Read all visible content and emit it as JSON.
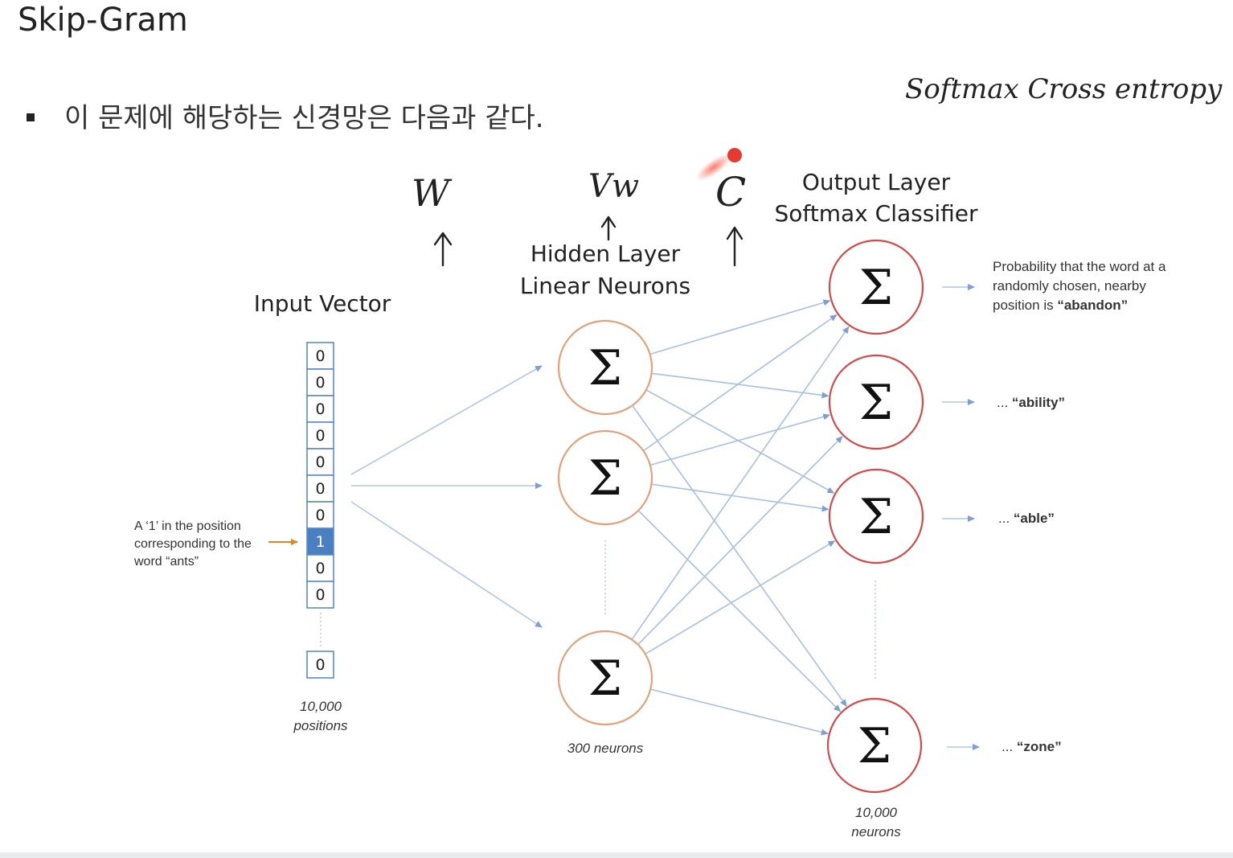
{
  "slide": {
    "title": "Skip-Gram",
    "bullet": "이 문제에 해당하는 신경망은 다음과 같다."
  },
  "annotations": {
    "top_right": "Softmax Cross entropy",
    "w": "W",
    "vw": "Vw",
    "c": "C"
  },
  "input_layer": {
    "title": "Input Vector",
    "cells": [
      "0",
      "0",
      "0",
      "0",
      "0",
      "0",
      "0",
      "1",
      "0",
      "0"
    ],
    "last_cell": "0",
    "highlight_index": 7,
    "highlight_color": "#4a7fc1",
    "note_lines": [
      "A ‘1’ in the position",
      "corresponding to the",
      "word “ants”"
    ],
    "caption_lines": [
      "10,000",
      "positions"
    ]
  },
  "hidden_layer": {
    "title_lines": [
      "Hidden Layer",
      "Linear Neurons"
    ],
    "symbol": "Σ",
    "neuron_count": 3,
    "caption": "300 neurons",
    "neuron_color": "#e0a27a"
  },
  "output_layer": {
    "title_lines": [
      "Output Layer",
      "Softmax Classifier"
    ],
    "symbol": "Σ",
    "neuron_count": 4,
    "caption_lines": [
      "10,000",
      "neurons"
    ],
    "neuron_color": "#d24b4b",
    "labels": [
      {
        "lines": [
          {
            "prefix": "Probability that the word at a",
            "word": ""
          },
          {
            "prefix": "randomly chosen, nearby",
            "word": ""
          },
          {
            "prefix": "position is ",
            "word": "“abandon”"
          }
        ]
      },
      {
        "lines": [
          {
            "prefix": "... ",
            "word": "“ability”"
          }
        ]
      },
      {
        "lines": [
          {
            "prefix": "... ",
            "word": "“able”"
          }
        ]
      },
      {
        "lines": [
          {
            "prefix": "... ",
            "word": "“zone”"
          }
        ]
      }
    ]
  },
  "colors": {
    "edge": "#a9bfdf",
    "input_arrow": "#e0852a",
    "pointer_red": "#e53a2f"
  }
}
